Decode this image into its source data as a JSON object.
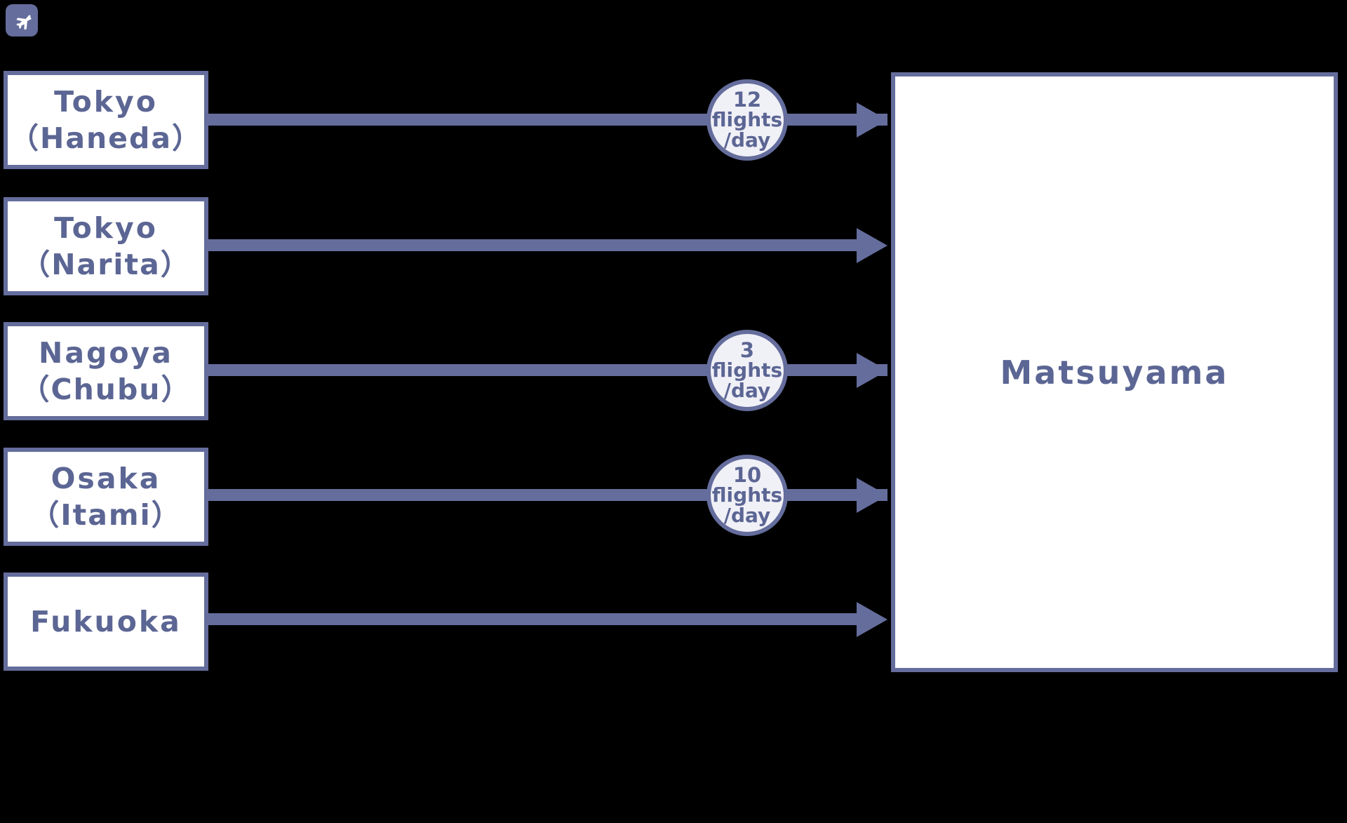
{
  "diagram": {
    "title_icon": "airplane-icon",
    "destination": {
      "label": "Matsuyama"
    },
    "routes": [
      {
        "id": "tokyo-haneda",
        "line1": "Tokyo",
        "line2": "（Haneda）",
        "badge": {
          "count": "12",
          "unit": "flights",
          "per": "/day"
        }
      },
      {
        "id": "tokyo-narita",
        "line1": "Tokyo",
        "line2": "（Narita）",
        "badge": null
      },
      {
        "id": "nagoya-chubu",
        "line1": "Nagoya",
        "line2": "（Chubu）",
        "badge": {
          "count": "3",
          "unit": "flights",
          "per": "/day"
        }
      },
      {
        "id": "osaka-itami",
        "line1": "Osaka",
        "line2": "（Itami）",
        "badge": {
          "count": "10",
          "unit": "flights",
          "per": "/day"
        }
      },
      {
        "id": "fukuoka",
        "line1": "Fukuoka",
        "line2": "",
        "badge": null
      }
    ]
  },
  "colors": {
    "background": "#000000",
    "accent": "#646D9C",
    "text": "#5C6694",
    "box_fill": "#FFFFFF",
    "badge_fill": "#F0F0F7"
  }
}
